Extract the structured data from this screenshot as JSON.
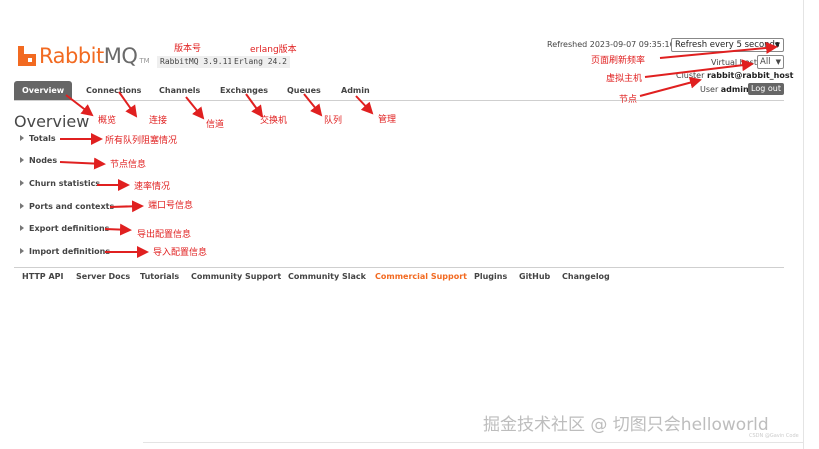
{
  "header": {
    "logo_rabbit": "Rabbit",
    "logo_mq": "MQ",
    "logo_tm": "TM",
    "version_badge": "RabbitMQ 3.9.11",
    "erlang_badge": "Erlang 24.2",
    "refreshed": "Refreshed 2023-09-07 09:35:16",
    "refresh_select": "Refresh every 5 seconds",
    "vhost_label": "Virtual host",
    "vhost_value": "All",
    "cluster_label": "Cluster",
    "cluster_value": "rabbit@rabbit_host",
    "user_label": "User",
    "user_value": "admin",
    "logout": "Log out"
  },
  "tabs": [
    "Overview",
    "Connections",
    "Channels",
    "Exchanges",
    "Queues",
    "Admin"
  ],
  "active_tab": "Overview",
  "page_title": "Overview",
  "sections": [
    "Totals",
    "Nodes",
    "Churn statistics",
    "Ports and contexts",
    "Export definitions",
    "Import definitions"
  ],
  "footer_links": [
    "HTTP API",
    "Server Docs",
    "Tutorials",
    "Community Support",
    "Community Slack",
    "Commercial Support",
    "Plugins",
    "GitHub",
    "Changelog"
  ],
  "annotations": {
    "version": "版本号",
    "erlang": "erlang版本",
    "refresh_rate": "页面刷新频率",
    "vhost": "虚拟主机",
    "node": "节点",
    "overview": "概览",
    "connections": "连接",
    "channels": "信道",
    "exchanges": "交换机",
    "queues": "队列",
    "admin": "管理",
    "totals": "所有队列阻塞情况",
    "nodes": "节点信息",
    "churn": "速率情况",
    "ports": "端口号信息",
    "export": "导出配置信息",
    "import": "导入配置信息"
  },
  "watermark": "掘金技术社区 @ 切图只会helloworld",
  "watermark_small": "CSDN @Gavin Code",
  "colors": {
    "brand_orange": "#f26a21",
    "annotation_red": "#e02020",
    "tab_active_bg": "#666666"
  }
}
